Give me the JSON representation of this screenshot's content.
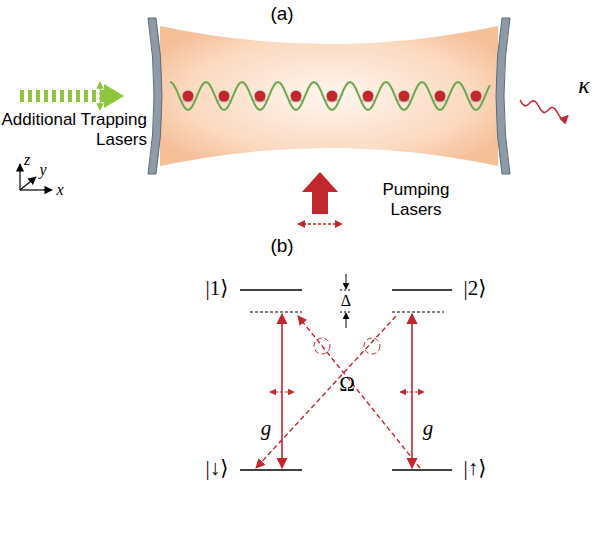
{
  "diagram": {
    "labels": [
      "(a)",
      "Additional Trapping Lasers",
      "z",
      "y",
      "x",
      "κ",
      "Pumping Lasers",
      "(b)",
      "|1⟩",
      "|2⟩",
      "Δ",
      "g",
      "g",
      "Ω",
      "|↓⟩",
      "|↑⟩"
    ]
  }
}
